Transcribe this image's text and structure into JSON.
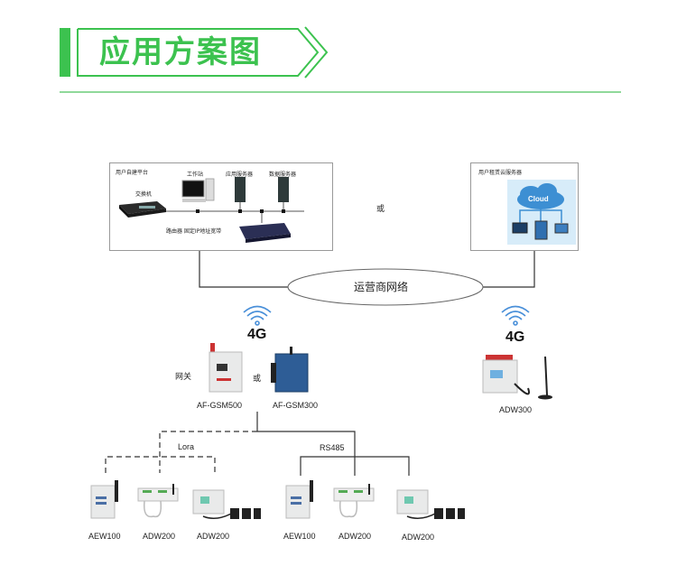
{
  "header": {
    "title": "应用方案图"
  },
  "colors": {
    "accent": "#3cc24f",
    "accent_light": "#8fd99a",
    "wifi": "#4a90d9",
    "line": "#333333"
  },
  "user_platform": {
    "title": "用户自建平台",
    "switch_label": "交换机",
    "workstation_label": "工作站",
    "app_server_label": "应用服务器",
    "data_server_label": "数据服务器",
    "router_label": "路由器 固定IP地址宽带"
  },
  "or_label_top": "或",
  "cloud_platform": {
    "title": "用户租赁云服务器",
    "cloud_text": "Cloud"
  },
  "network": {
    "label": "运营商网络"
  },
  "left_wireless": {
    "label": "4G"
  },
  "right_wireless": {
    "label": "4G"
  },
  "gateway": {
    "label": "网关",
    "or_label": "或",
    "device_a": "AF-GSM500",
    "device_b": "AF-GSM300"
  },
  "right_device": {
    "label": "ADW300"
  },
  "buses": {
    "lora": "Lora",
    "rs485": "RS485"
  },
  "lora_devices": [
    "AEW100",
    "ADW200",
    "ADW200"
  ],
  "rs485_devices": [
    "AEW100",
    "ADW200",
    "ADW200"
  ]
}
